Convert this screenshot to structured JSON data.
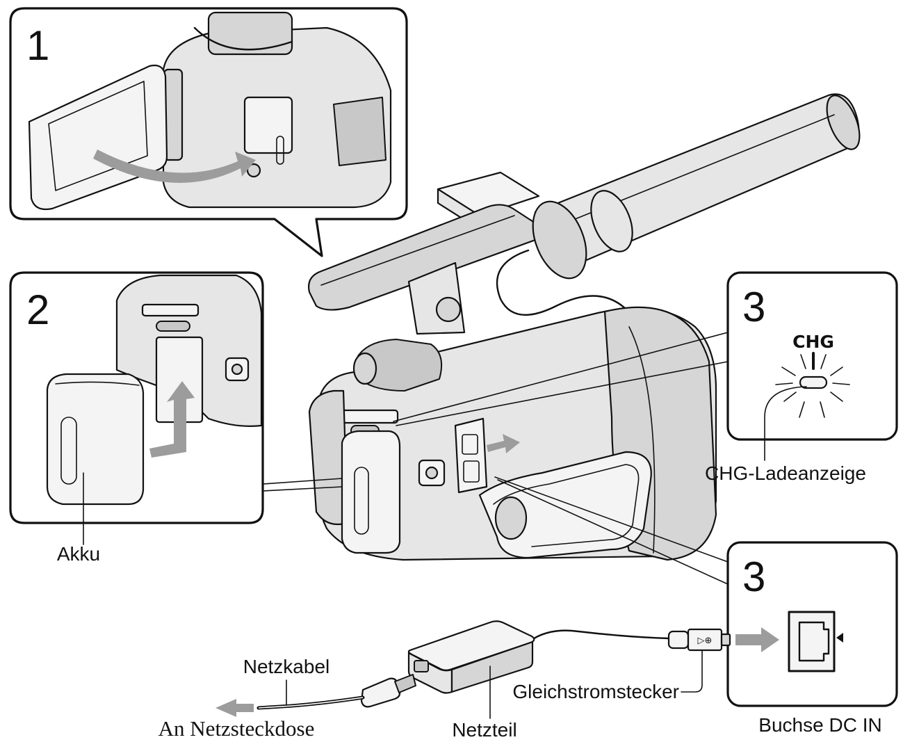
{
  "panels": [
    {
      "number": "1"
    },
    {
      "number": "2"
    },
    {
      "number": "3",
      "indicator_text": "CHG",
      "caption": "CHG-Ladeanzeige"
    },
    {
      "number": "3",
      "caption": "Buchse DC IN"
    }
  ],
  "labels": {
    "battery": "Akku",
    "power_cord": "Netzkabel",
    "to_outlet": "An Netzsteckdose",
    "ac_adapter": "Netzteil",
    "dc_plug": "Gleichstromstecker",
    "plug_symbol": "▷⊕"
  }
}
